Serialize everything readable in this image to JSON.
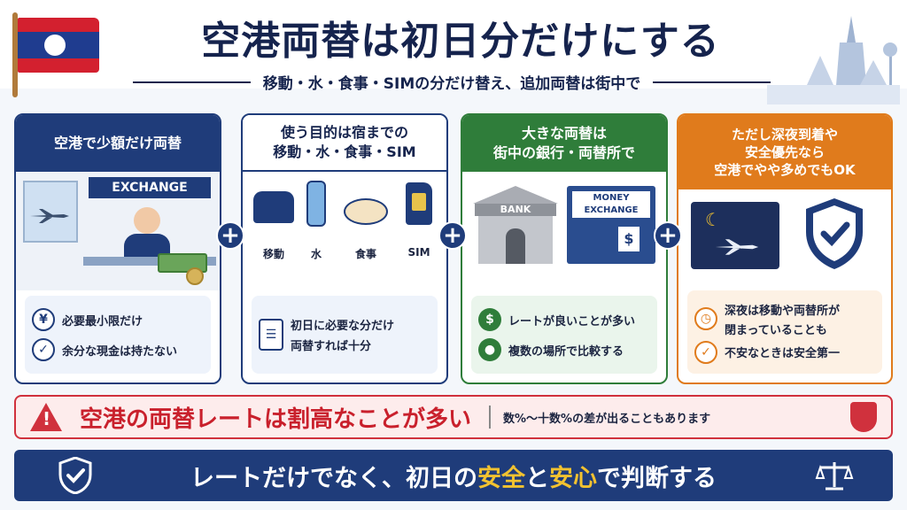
{
  "title": "空港両替は初日分だけにする",
  "subtitle": "移動・水・食事・SIMの分だけ替え、追加両替は街中で",
  "cards": [
    {
      "heading": "空港で少額だけ両替",
      "sign": "EXCHANGE",
      "points": [
        {
          "icon": "yen-icon",
          "text": "必要最小限だけ"
        },
        {
          "icon": "shield-icon",
          "text": "余分な現金は持たない"
        }
      ]
    },
    {
      "heading_line1": "使う目的は宿までの",
      "heading_line2": "移動・水・食事・SIM",
      "items": [
        {
          "icon": "taxi-icon",
          "label": "移動"
        },
        {
          "icon": "water-bottle-icon",
          "label": "水"
        },
        {
          "icon": "meal-icon",
          "label": "食事"
        },
        {
          "icon": "sim-card-icon",
          "label": "SIM"
        }
      ],
      "point_line1": "初日に必要な分だけ",
      "point_line2": "両替すれば十分"
    },
    {
      "heading_line1": "大きな両替は",
      "heading_line2": "街中の銀行・両替所で",
      "bank_sign": "BANK",
      "money_sign_line1": "MONEY",
      "money_sign_line2": "EXCHANGE",
      "points": [
        {
          "icon": "dollar-icon",
          "text": "レートが良いことが多い"
        },
        {
          "icon": "person-icon",
          "text": "複数の場所で比較する"
        }
      ]
    },
    {
      "heading_line1": "ただし深夜到着や",
      "heading_line2": "安全優先なら",
      "heading_line3": "空港でやや多めでもOK",
      "point_line1": "深夜は移動や両替所が",
      "point_line2": "閉まっていることも",
      "point_line3": "不安なときは安全第一"
    }
  ],
  "plus_symbol": "+",
  "alert": {
    "main": "空港の両替レートは割高なことが多い",
    "note": "数%〜十数%の差が出ることもあります"
  },
  "bottom": {
    "part1": "レートだけでなく、初日の",
    "hl1": "安全",
    "part2": "と",
    "hl2": "安心",
    "part3": "で判断する"
  },
  "colors": {
    "navy": "#1f3c7a",
    "green": "#2f7d3a",
    "orange": "#e07b1c",
    "red": "#d0313d",
    "highlight": "#f2c230"
  }
}
